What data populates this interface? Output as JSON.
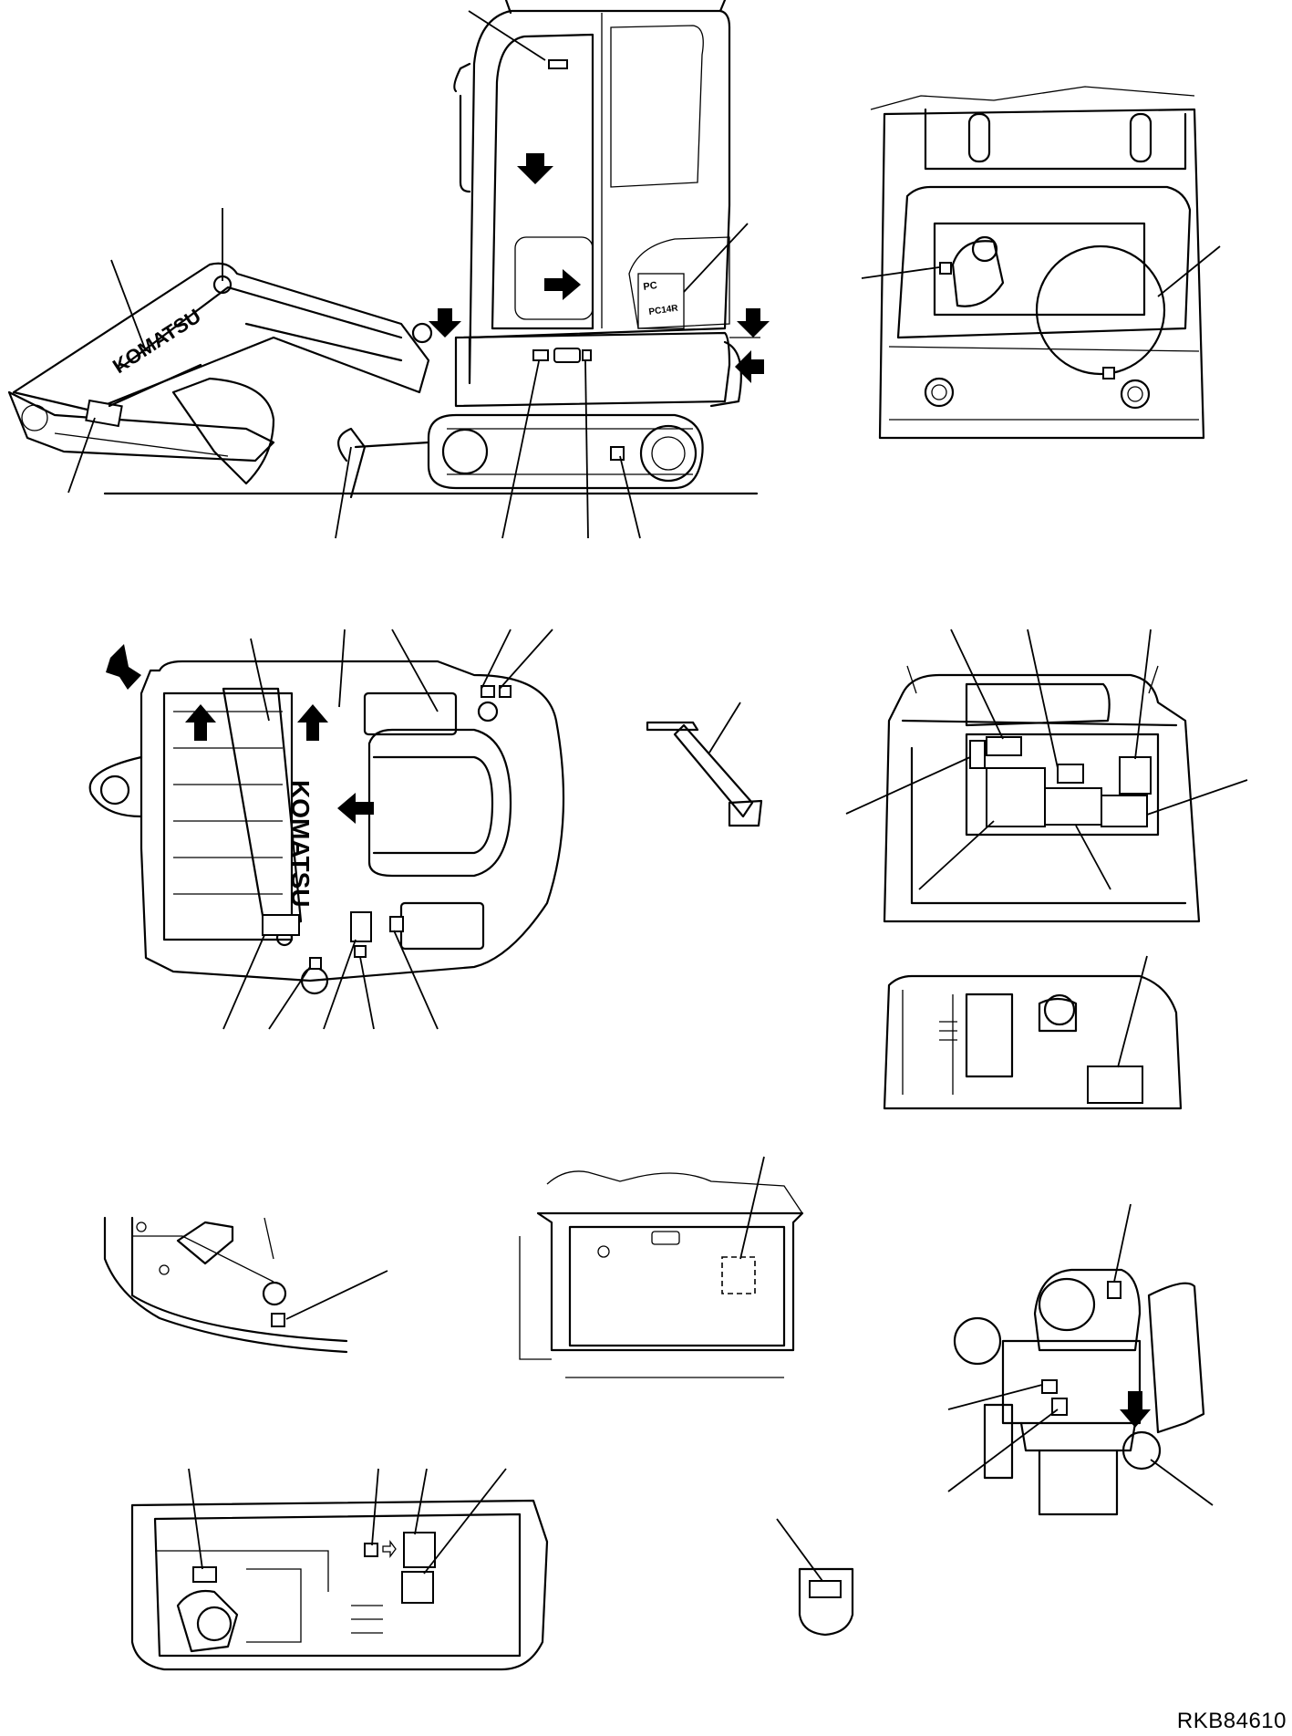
{
  "drawing_id": "RKB84610",
  "brand_text": "KOMATSU",
  "seat_brand_text": "KOMATSU",
  "model_text": "PC14R"
}
